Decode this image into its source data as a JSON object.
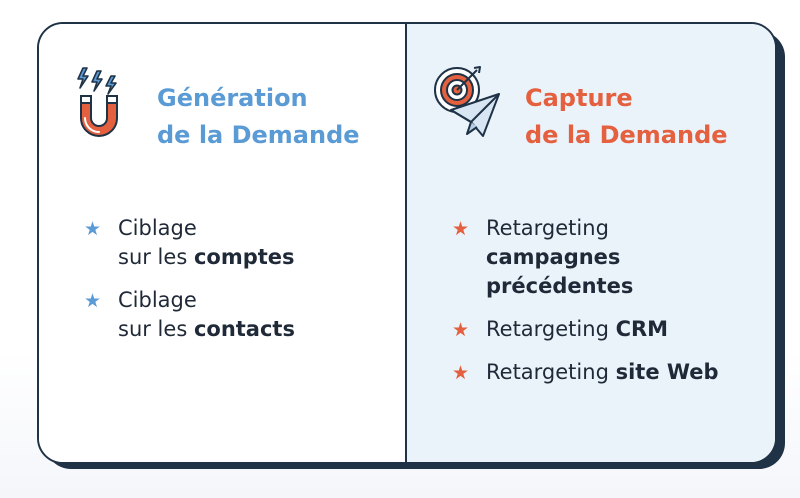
{
  "left_panel": {
    "title_line1": "Génération",
    "title_line2": "de la Demande",
    "icon": "magnet-icon",
    "accent_color": "#5b9bd5",
    "bullets": [
      {
        "line1": "Ciblage",
        "line2_prefix": "sur les ",
        "line2_bold": "comptes"
      },
      {
        "line1": "Ciblage",
        "line2_prefix": "sur les ",
        "line2_bold": "contacts"
      }
    ]
  },
  "right_panel": {
    "title_line1": "Capture",
    "title_line2": "de la Demande",
    "icon": "target-paper-plane-icon",
    "accent_color": "#e4603f",
    "bullets": [
      {
        "prefix": "Retargeting",
        "bold_line1": "campagnes",
        "bold_line2": "précédentes"
      },
      {
        "prefix": "Retargeting ",
        "bold": "CRM"
      },
      {
        "prefix": "Retargeting ",
        "bold": "site Web"
      }
    ]
  },
  "colors": {
    "border": "#1f3246",
    "right_background": "#eaf2fa",
    "text": "#1f2937"
  }
}
